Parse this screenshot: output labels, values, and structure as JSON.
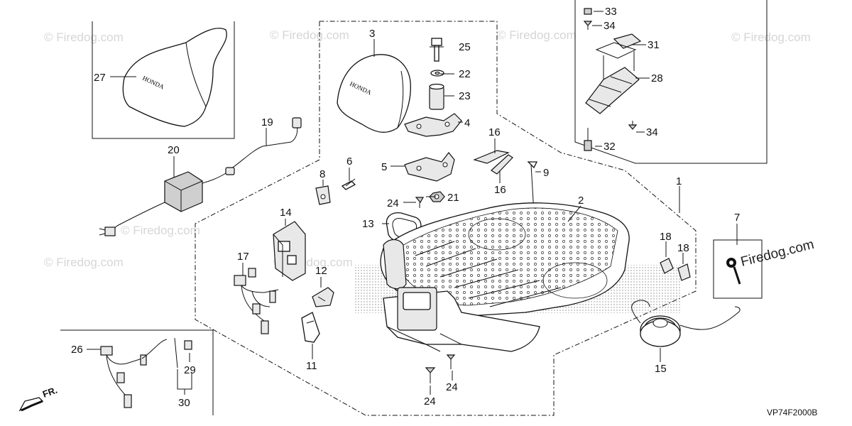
{
  "diagram_code": "VP74F2000B",
  "front_marker": "FR.",
  "watermark": "© Firedog.com",
  "watermark_main": "Firedog.com",
  "badge_text": "HONDA",
  "callouts": {
    "c1": "1",
    "c2": "2",
    "c3": "3",
    "c4": "4",
    "c5": "5",
    "c6": "6",
    "c7": "7",
    "c8": "8",
    "c9": "9",
    "c11": "11",
    "c12": "12",
    "c13": "13",
    "c14": "14",
    "c15": "15",
    "c16a": "16",
    "c16b": "16",
    "c17": "17",
    "c18a": "18",
    "c18b": "18",
    "c19": "19",
    "c20": "20",
    "c21": "21",
    "c22": "22",
    "c23": "23",
    "c24a": "24",
    "c24b": "24",
    "c24c": "24",
    "c25": "25",
    "c26": "26",
    "c27": "27",
    "c28": "28",
    "c29": "29",
    "c30": "30",
    "c31": "31",
    "c32": "32",
    "c33": "33",
    "c34a": "34",
    "c34b": "34"
  }
}
